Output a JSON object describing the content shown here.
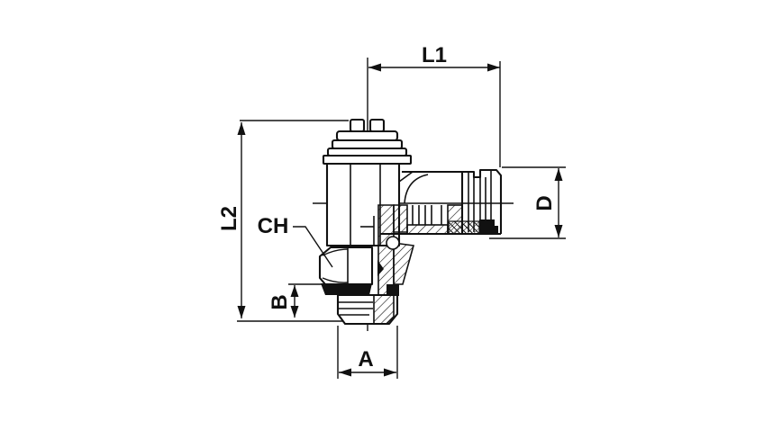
{
  "page": {
    "background": "#ffffff"
  },
  "drawing": {
    "type": "technical-section-drawing",
    "subject": "elbow push-in pneumatic fitting, half-section view",
    "line_color": "#111111",
    "labels": {
      "l1": "L1",
      "l2": "L2",
      "ch": "CH",
      "b": "B",
      "d": "D",
      "a": "A"
    }
  }
}
